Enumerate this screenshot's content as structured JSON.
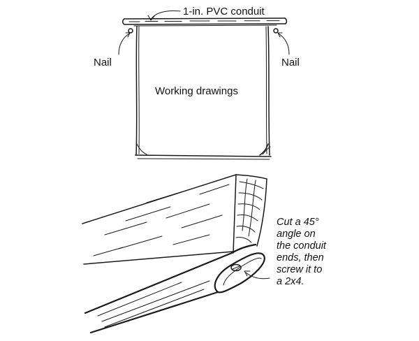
{
  "labels": {
    "conduit": "1-in. PVC conduit",
    "nail_left": "Nail",
    "nail_right": "Nail",
    "drawings": "Working drawings"
  },
  "instruction": {
    "lines": [
      "Cut a 45°",
      "angle on",
      "the conduit",
      "ends, then",
      "screw it to",
      "a 2x4."
    ]
  },
  "colors": {
    "ink": "#1a1a1a",
    "paper": "#ffffff"
  }
}
